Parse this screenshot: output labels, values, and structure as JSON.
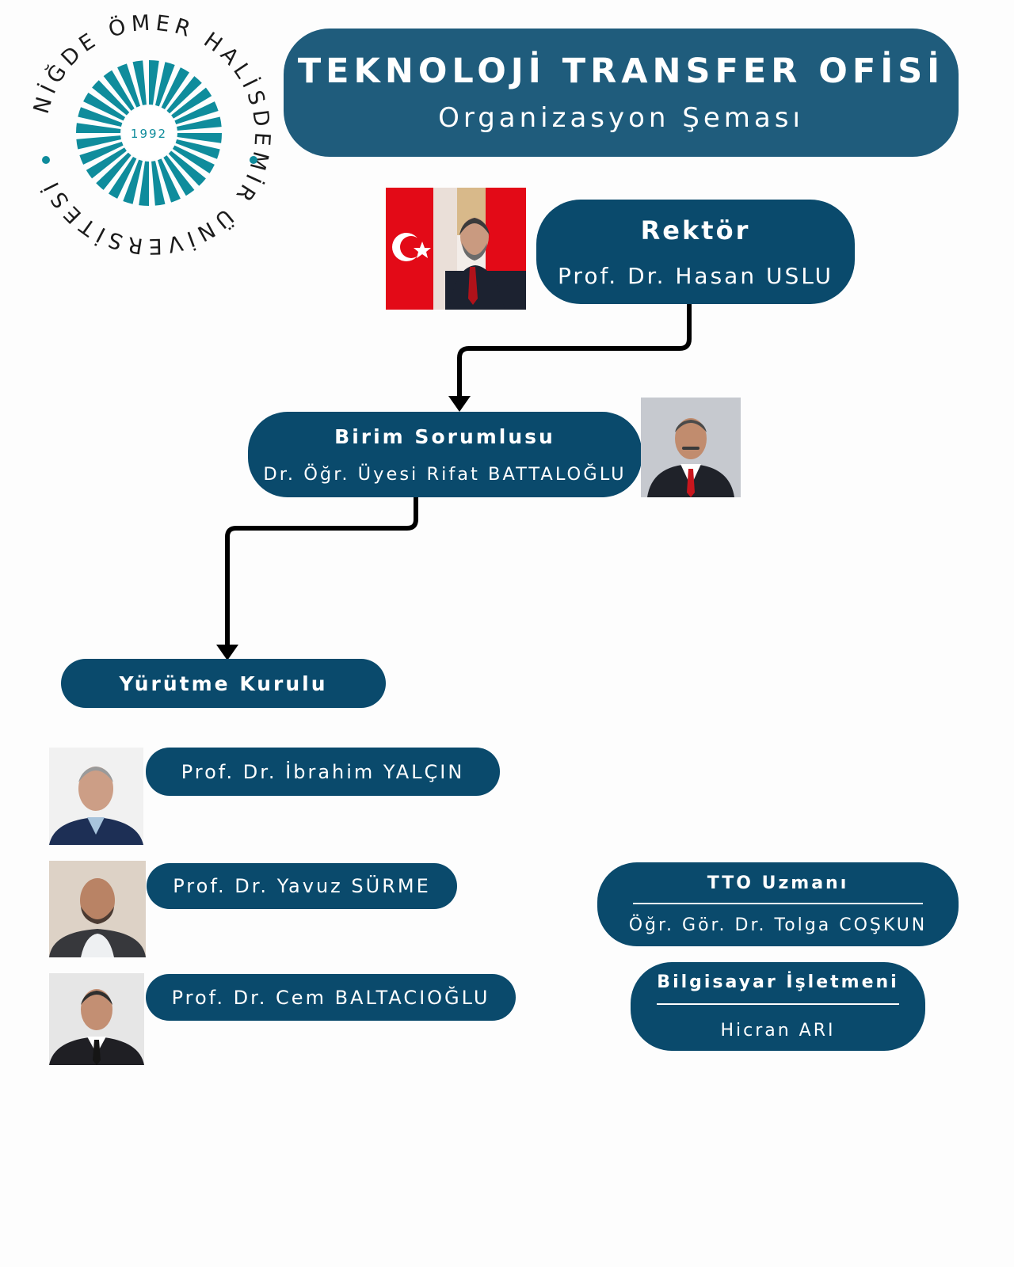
{
  "logo": {
    "ring_text": "NİĞDE ÖMER HALİSDEMİR ÜNİVERSİTESİ",
    "year": "1992",
    "colors": {
      "ring": "#0f8c9c",
      "text": "#1b1b1b"
    }
  },
  "header": {
    "title": "TEKNOLOJİ TRANSFER OFİSİ",
    "subtitle": "Organizasyon Şeması"
  },
  "rector": {
    "role": "Rektör",
    "name": "Prof. Dr. Hasan USLU",
    "photo_icon": "portrait-with-turkish-flag-icon"
  },
  "unit_head": {
    "role": "Birim Sorumlusu",
    "name": "Dr. Öğr. Üyesi Rifat BATTALOĞLU",
    "photo_icon": "portrait-icon"
  },
  "executive_board": {
    "title": "Yürütme Kurulu",
    "members": [
      {
        "name": "Prof. Dr. İbrahim YALÇIN",
        "photo_icon": "portrait-icon"
      },
      {
        "name": "Prof. Dr. Yavuz SÜRME",
        "photo_icon": "portrait-icon"
      },
      {
        "name": "Prof. Dr. Cem BALTACIOĞLU",
        "photo_icon": "portrait-icon"
      }
    ]
  },
  "specialist": {
    "role": "TTO Uzmanı",
    "name": "Öğr. Gör. Dr. Tolga COŞKUN"
  },
  "operator": {
    "role": "Bilgisayar İşletmeni",
    "name": "Hicran ARI"
  },
  "colors": {
    "box": "#0a4a6c",
    "header_box": "#1f5c7c",
    "connector": "#000000",
    "flag_red": "#e30a17"
  }
}
